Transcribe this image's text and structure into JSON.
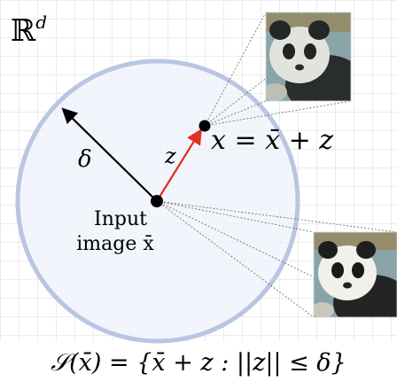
{
  "space_label": {
    "base": "ℝ",
    "sup": "d"
  },
  "radius_symbol": "δ",
  "perturbation_symbol": "z",
  "perturbed_equation": "x = x̄ + z",
  "input_label": {
    "line1": "Input",
    "line2": "image x̄"
  },
  "set_definition": "𝒮(x̄) = {x̄ + z : ||z|| ≤ δ}",
  "images": [
    {
      "name": "perturbed-panda"
    },
    {
      "name": "input-panda"
    }
  ],
  "colors": {
    "grid": "#d8d8d8",
    "circle_stroke": "#b8c6e2",
    "circle_fill": "#eef2fa",
    "perturbation_arrow": "#e0301e",
    "radius_arrow": "#000000"
  }
}
